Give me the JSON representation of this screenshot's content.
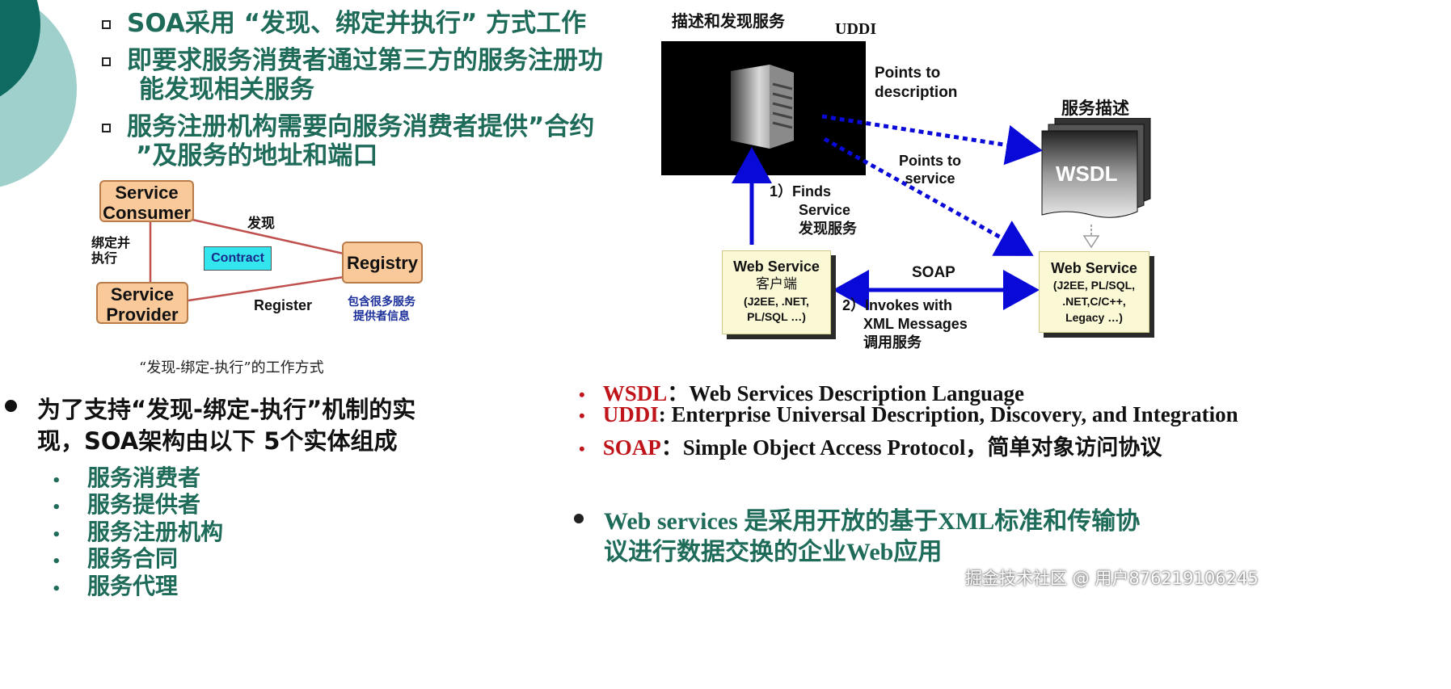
{
  "left_bullets": [
    {
      "text": "SOA采用 “发现、绑定并执行” 方式工作"
    },
    {
      "line1": "即要求服务消费者通过第三方的服务注册功",
      "line2": "能发现相关服务"
    },
    {
      "line1": "服务注册机构需要向服务消费者提供”合约",
      "line2": "”及服务的地址和端口"
    }
  ],
  "soa_diagram": {
    "consumer": [
      "Service",
      "Consumer"
    ],
    "provider": [
      "Service",
      "Provider"
    ],
    "registry": "Registry",
    "contract": "Contract",
    "find_label": "发现",
    "bind_label": [
      "绑定并",
      "执行"
    ],
    "register_label": "Register",
    "registry_note": [
      "包含很多服务",
      "提供者信息"
    ],
    "caption": "“发现-绑定-执行”的工作方式"
  },
  "main_point": {
    "line1": "为了支持“发现-绑定-执行”机制的实",
    "line2": "现，SOA架构由以下 5个实体组成"
  },
  "entities": [
    "服务消费者",
    "服务提供者",
    "服务注册机构",
    "服务合同",
    "服务代理"
  ],
  "ws_diagram": {
    "describe_discover": "描述和发现服务",
    "uddi": "UDDI",
    "points_desc": [
      "Points to",
      "description"
    ],
    "service_desc": "服务描述",
    "wsdl": "WSDL",
    "points_service": [
      "Points to",
      "service"
    ],
    "finds": [
      "1）Finds",
      "Service",
      "发现服务"
    ],
    "client": {
      "title": "Web Service",
      "sub": "客户端",
      "detail": [
        "(J2EE, .NET,",
        "PL/SQL …)"
      ]
    },
    "soap": "SOAP",
    "invokes": [
      "2）Invokes with",
      "XML Messages",
      "调用服务"
    ],
    "server": {
      "title": "Web Service",
      "detail": [
        "(J2EE, PL/SQL,",
        ".NET,C/C++,",
        "Legacy …)"
      ]
    }
  },
  "definitions": [
    {
      "key": "WSDL",
      "sep": "：",
      "value": "Web Services Description Language"
    },
    {
      "key": "UDDI",
      "sep": ": ",
      "value": "Enterprise Universal Description, Discovery, and Integration"
    },
    {
      "key": "SOAP",
      "sep": "：",
      "value": "Simple Object Access Protocol，简单对象访问协议"
    }
  ],
  "web_services_point": {
    "line1": "Web services 是采用开放的基于XML标准和传输协",
    "line2": "议进行数据交换的企业Web应用"
  },
  "watermark": "掘金技术社区 @ 用户876219106245",
  "colors": {
    "teal": "#1f6b5a",
    "red": "#c0141b",
    "blue": "#0a0ad8",
    "orange": "#f9c99a",
    "cream": "#fbf8d6"
  }
}
